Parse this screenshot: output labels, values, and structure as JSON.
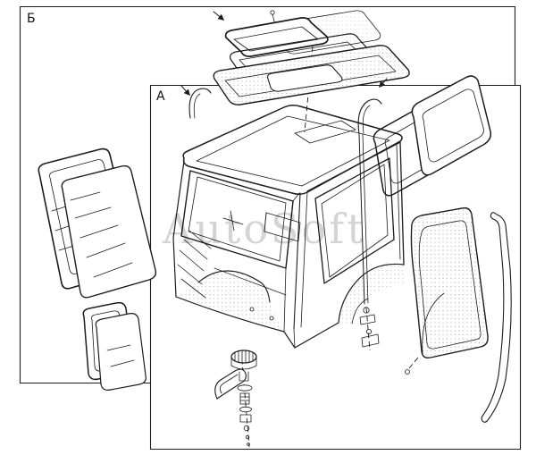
{
  "figure": {
    "kind": "exploded-parts-line-diagram",
    "background": "#ffffff",
    "line_color": "#1c1c1c",
    "watermark": {
      "text": "AutoSoft",
      "color": "#bdbdbd"
    },
    "frames": [
      {
        "id": "outer",
        "label": "Б"
      },
      {
        "id": "inner",
        "label": "А"
      }
    ],
    "parts": [
      "roof-hatch-lid",
      "roof-hatch-seal",
      "roof-panel-with-hatch-opening",
      "windshield-seal",
      "windshield-glass",
      "small-side-window-seal",
      "small-side-window-glass",
      "cab-frame",
      "handrail-left",
      "handrail-rod-right",
      "rear-window-seal-1",
      "rear-window-seal-2",
      "door-lower-panel",
      "door-trim-strip",
      "drain-plug-and-fasteners"
    ]
  }
}
